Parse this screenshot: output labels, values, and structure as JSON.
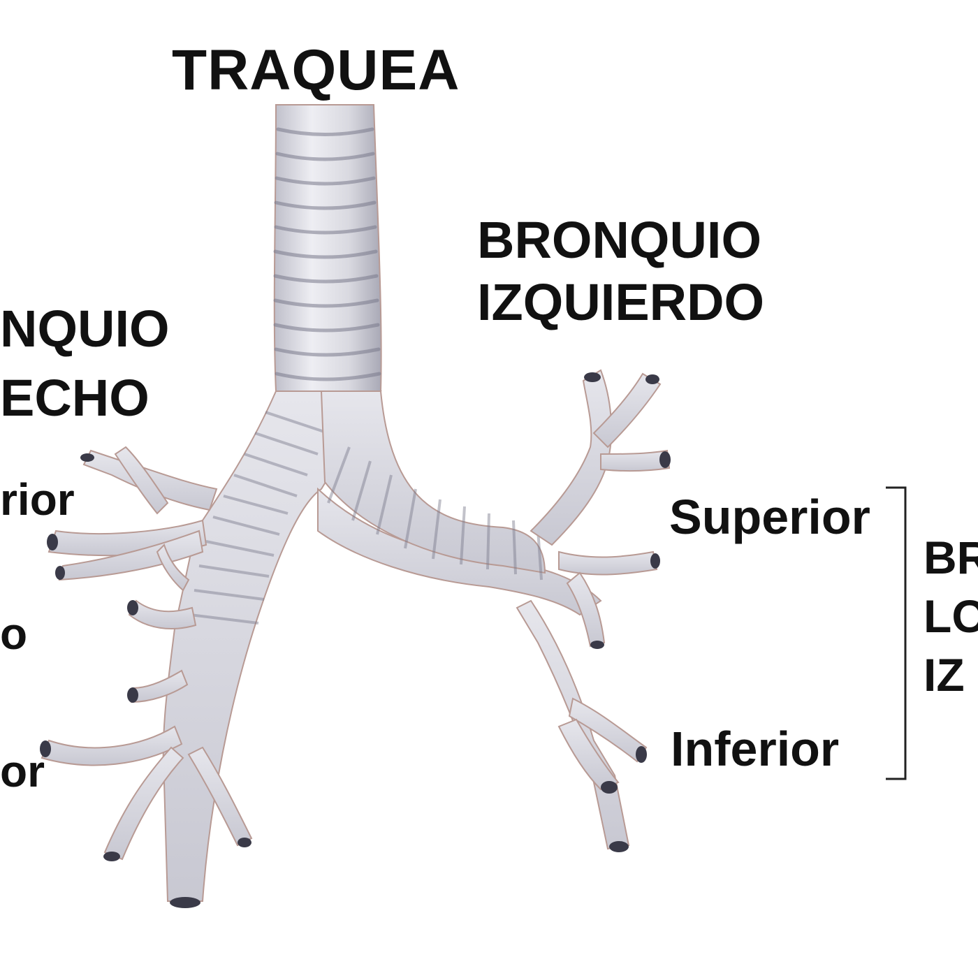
{
  "labels": {
    "trachea": "TRAQUEA",
    "left_bronchus_line1": "BRONQUIO",
    "left_bronchus_line2": "IZQUIERDO",
    "right_bronchus_line1": "NQUIO",
    "right_bronchus_line2": "ECHO",
    "right_lobe_upper": "rior",
    "right_lobe_middle": "o",
    "right_lobe_lower": "or",
    "left_lobe_superior": "Superior",
    "left_lobe_inferior": "Inferior",
    "left_lobar_line1": "BR",
    "left_lobar_line2": "LO",
    "left_lobar_line3": "IZ"
  },
  "colors": {
    "tissue": "#d9d9e0",
    "tissue_light": "#eeeef3",
    "ring_shadow": "#7a7a8c",
    "outline": "#b89a94",
    "lumen": "#3a3a48",
    "text": "#111111"
  }
}
